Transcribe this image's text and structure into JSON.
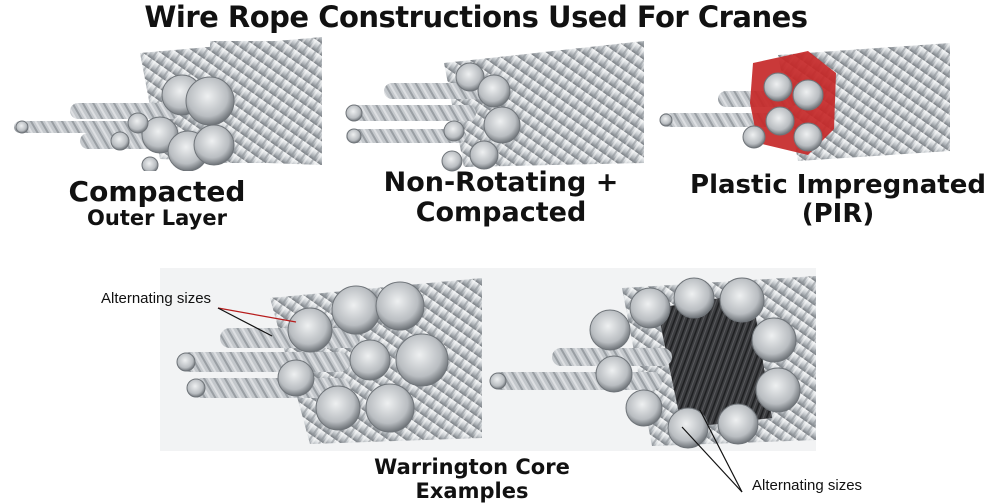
{
  "title": "Wire Rope Constructions Used For Cranes",
  "captions": {
    "compacted": {
      "line1": "Compacted",
      "line2": "Outer Layer"
    },
    "non_rotating": {
      "line1": "Non-Rotating +",
      "line2": "Compacted"
    },
    "pir": {
      "line1": "Plastic Impregnated",
      "line2": "(PIR)"
    },
    "warrington": "Warrington Core Examples"
  },
  "annotations": {
    "left": "Alternating sizes",
    "right": "Alternating sizes"
  },
  "colors": {
    "steel_light": "#e6e8ea",
    "steel_mid": "#b7bcc1",
    "steel_dark": "#7b8086",
    "plastic_red": "#c62828",
    "core_dark": "#3a3a3c",
    "pointer_red": "#b71c1c"
  }
}
